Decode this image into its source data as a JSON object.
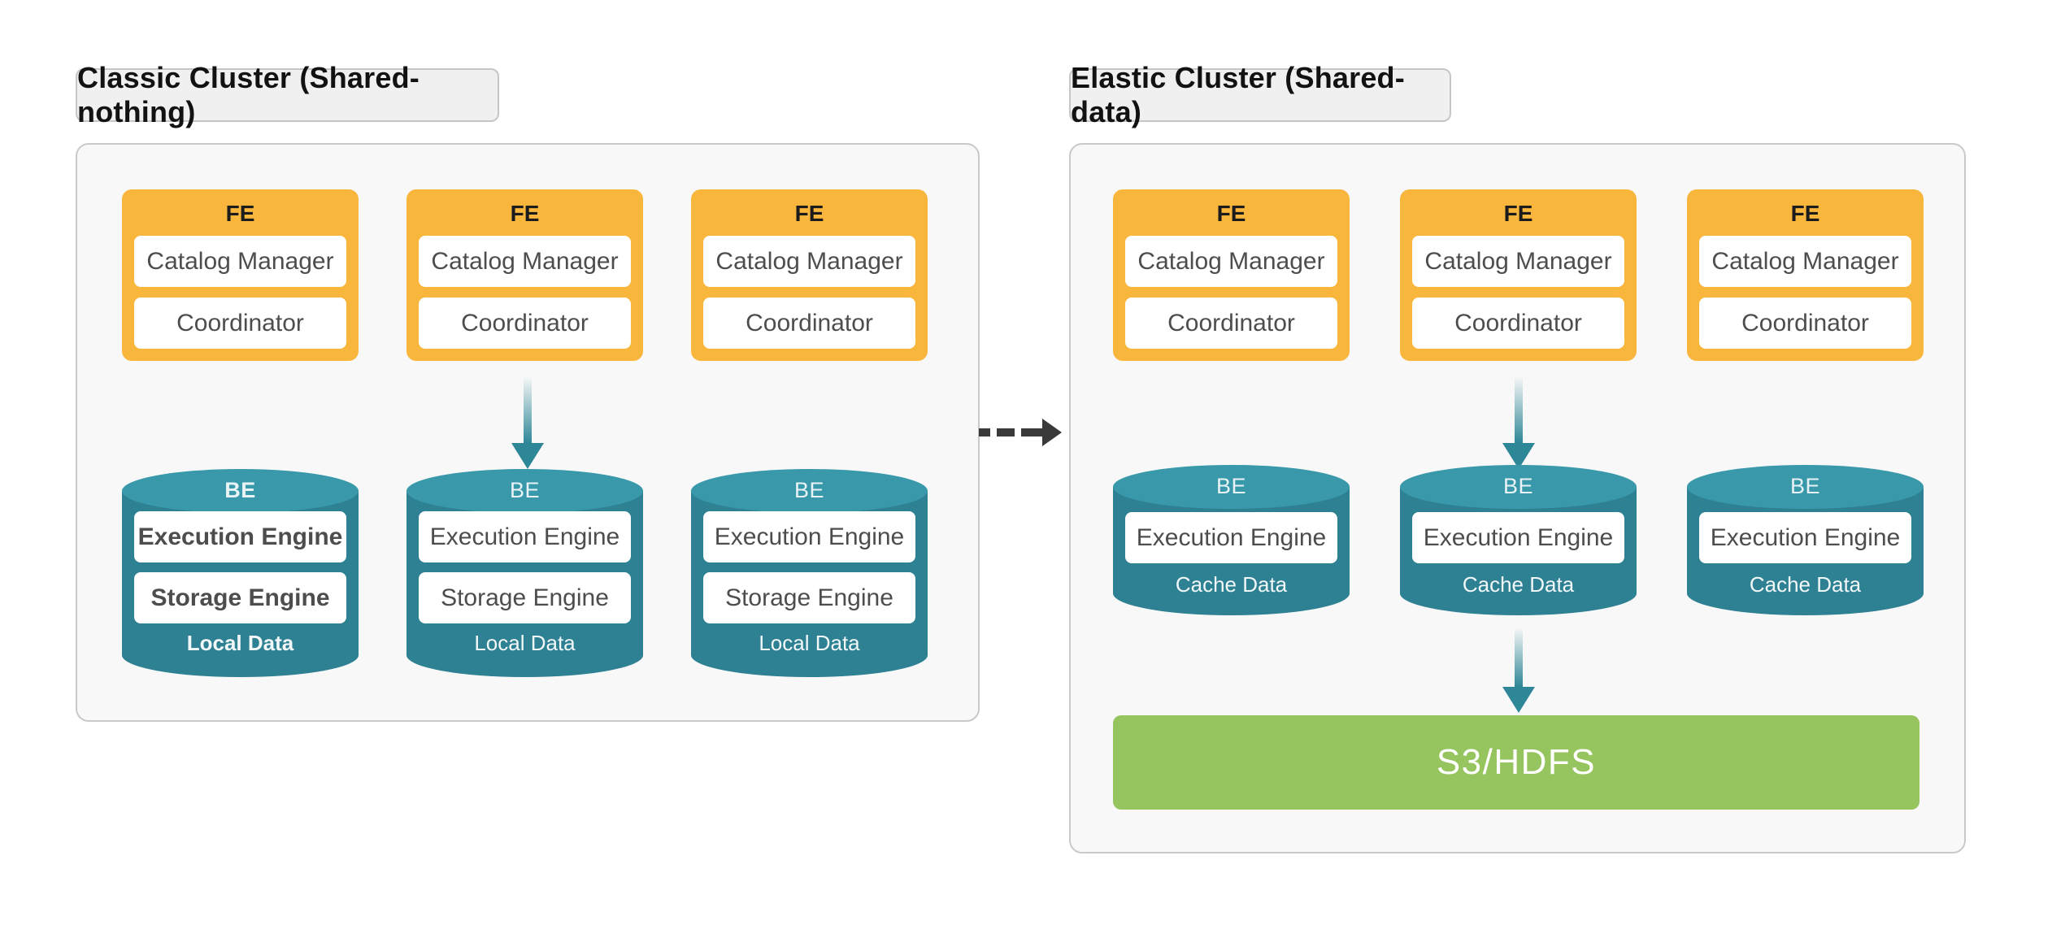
{
  "colors": {
    "fe_orange": "#F8B63D",
    "be_teal": "#2E8093",
    "be_teal_light": "#3999AA",
    "storage_green": "#96C45F",
    "arrow_teal": "#2E8797",
    "transition_arrow": "#3A3A3A",
    "panel_bg": "#F8F8F8",
    "panel_border": "#C9C9C9",
    "label_bg": "#F0F0F0",
    "label_border": "#C6C6C6",
    "component_text": "#4D4D4D",
    "title_text": "#1C1C1C"
  },
  "diagram": {
    "classic": {
      "label": "Classic Cluster (Shared-nothing)",
      "fe": {
        "title": "FE",
        "components": [
          "Catalog Manager",
          "Coordinator"
        ]
      },
      "be": {
        "title": "BE",
        "components": [
          "Execution Engine",
          "Storage Engine"
        ],
        "data_label": "Local Data"
      }
    },
    "elastic": {
      "label": "Elastic Cluster (Shared-data)",
      "fe": {
        "title": "FE",
        "components": [
          "Catalog Manager",
          "Coordinator"
        ]
      },
      "be": {
        "title": "BE",
        "components": [
          "Execution Engine"
        ],
        "data_label": "Cache Data"
      },
      "storage": {
        "label": "S3/HDFS"
      }
    }
  }
}
